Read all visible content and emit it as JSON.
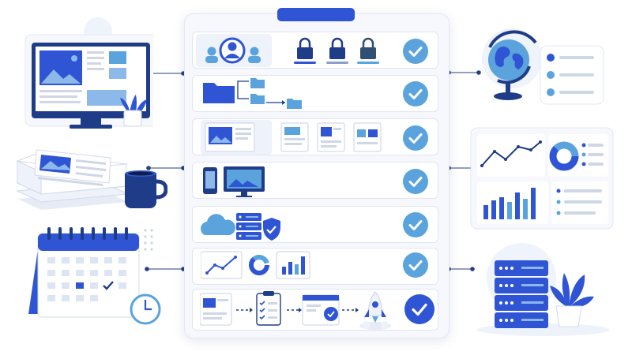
{
  "image": {
    "kind": "infographic-illustration",
    "text": []
  },
  "colors": {
    "primary_blue": "#2f55d4",
    "light_blue": "#5aa3dc",
    "navy": "#1f3c88",
    "panel_bg": "#f6f8fd",
    "connector": "#24407e"
  },
  "center_panel": {
    "header_tab": "blue-tab",
    "rows": [
      {
        "icon": "user-group-icon",
        "detail": "three-padlocks-with-progress-bars",
        "status": "check-icon"
      },
      {
        "icon": "folder-tree-icon",
        "detail": "folder-hierarchy",
        "status": "check-icon"
      },
      {
        "icon": "webpage-layout-icon",
        "detail": "document-page-thumbnails",
        "status": "check-icon"
      },
      {
        "icon": "responsive-devices-icon",
        "detail": "phone-and-monitor",
        "status": "check-icon"
      },
      {
        "icon": "cloud-server-shield-icon",
        "detail": "cloud-storage-security",
        "status": "check-icon"
      },
      {
        "icon": "analytics-charts-icon",
        "detail": "line-donut-bar-charts",
        "status": "check-icon"
      },
      {
        "icon": "workflow-launch-icon",
        "detail": "page-clipboard-approval-rocket",
        "status": "check-icon"
      }
    ]
  },
  "left_illustrations": [
    "desktop-monitor-with-plant",
    "newspaper-stack-with-coffee-mug",
    "calendar-with-clock"
  ],
  "right_illustrations": [
    "globe-with-list-card",
    "analytics-dashboard-card",
    "server-rack-with-plant"
  ]
}
